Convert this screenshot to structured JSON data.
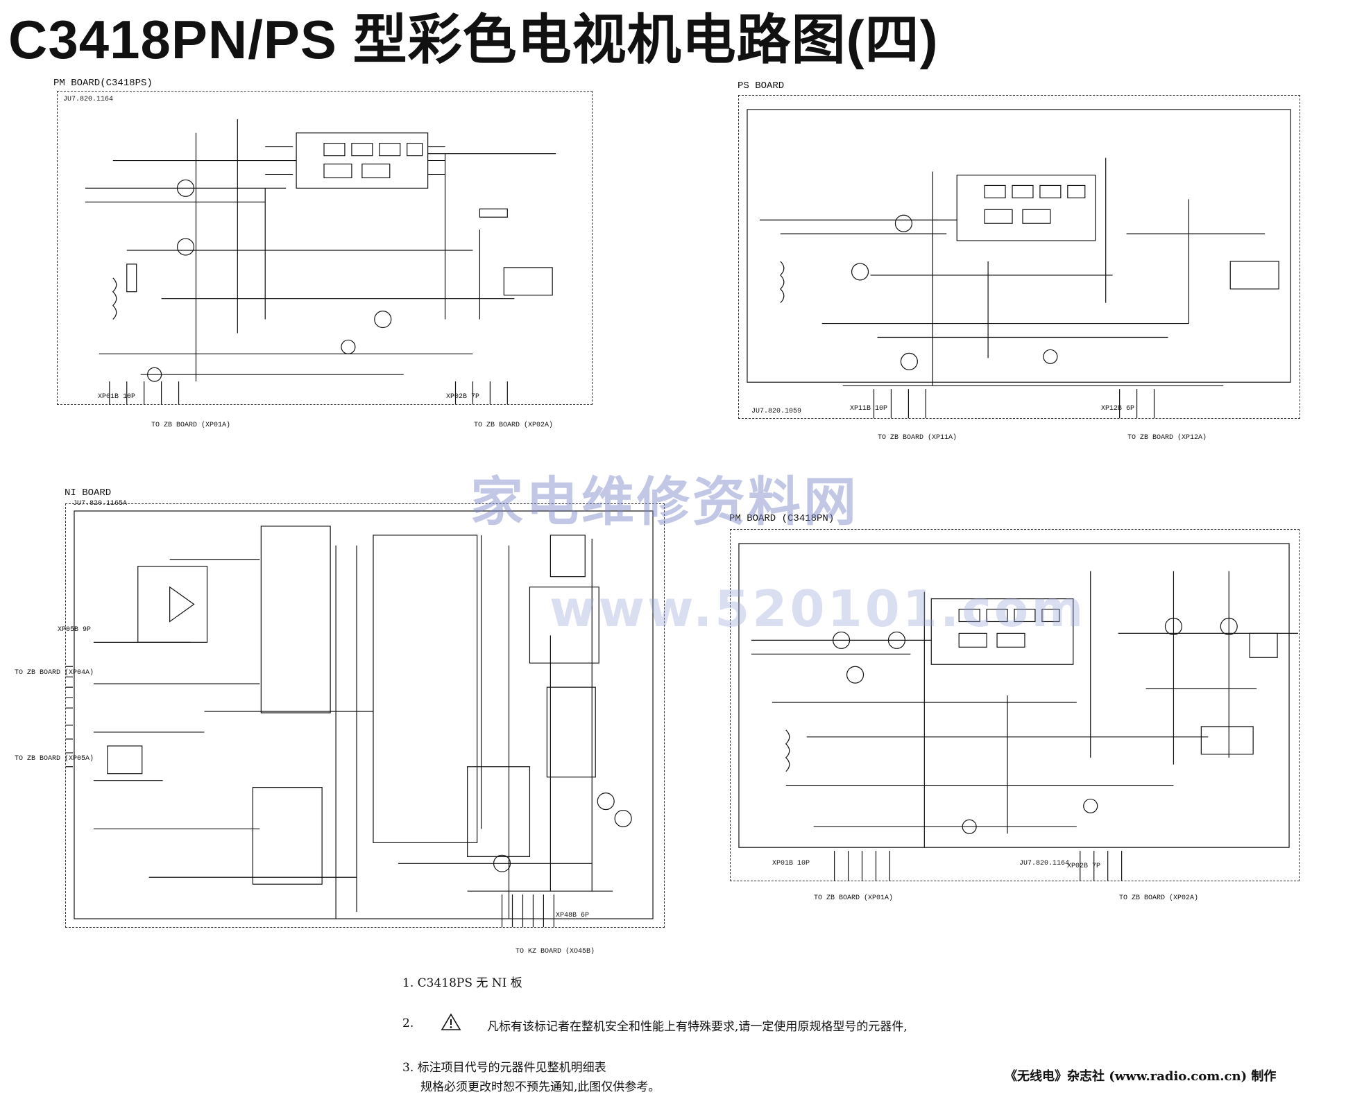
{
  "title": "C3418PN/PS 型彩色电视机电路图(四)",
  "boards": [
    {
      "label": "PM BOARD(C3418PS)",
      "drawing_no": "JU7.820.1164",
      "connectors": [
        "XP01B 10P",
        "XP02B 7P"
      ],
      "targets": [
        "TO ZB BOARD (XP01A)",
        "TO ZB BOARD (XP02A)"
      ]
    },
    {
      "label": "PS BOARD",
      "drawing_no": "JU7.820.1059",
      "connectors": [
        "XP11B 10P",
        "XP12B 6P"
      ],
      "targets": [
        "TO ZB BOARD (XP11A)",
        "TO ZB BOARD (XP12A)"
      ]
    },
    {
      "label": "NI BOARD",
      "drawing_no": "JU7.820.1165A",
      "connectors": [
        "XP05B 9P",
        "XP48B 6P"
      ],
      "targets": [
        "TO ZB BOARD (XP04A)",
        "TO ZB BOARD (XP05A)",
        "TO KZ BOARD (XO45B)"
      ]
    },
    {
      "label": "PM BOARD (C3418PN)",
      "drawing_no": "JU7.820.1164",
      "connectors": [
        "XP01B 10P",
        "XP02B 7P"
      ],
      "targets": [
        "TO ZB BOARD (XP01A)",
        "TO ZB BOARD (XP02A)"
      ]
    }
  ],
  "watermark": {
    "text": "家电维修资料网",
    "url": "www.520101.com"
  },
  "notes": [
    "1. C3418PS 无 NI 板",
    "2.",
    "凡标有该标记者在整机安全和性能上有特殊要求,请一定使用原规格型号的元器件,",
    "3. 标注项目代号的元器件见整机明细表",
    "规格必须更改时恕不预先通知,此图仅供参考。"
  ],
  "credit": "《无线电》杂志社 (www.radio.com.cn) 制作"
}
